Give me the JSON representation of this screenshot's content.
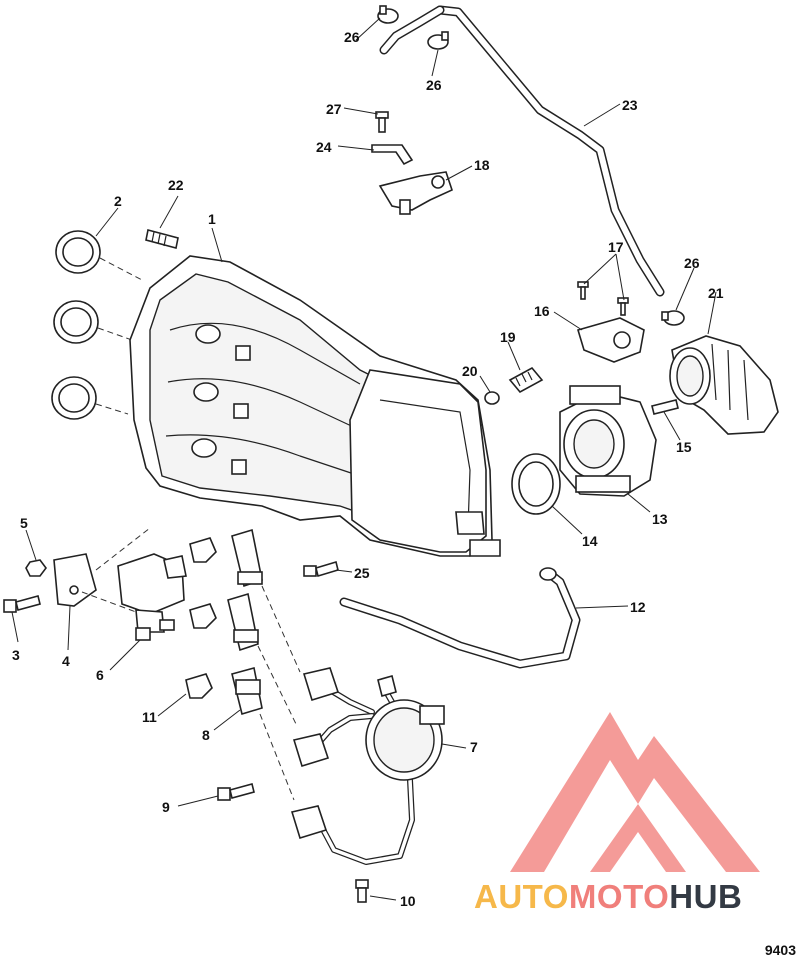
{
  "figure_id": "9403",
  "watermark": {
    "part1": "AUTO",
    "part2": "MOTO",
    "part3": "HUB",
    "colors": {
      "auto": "#f6b84a",
      "moto": "#f07f7b",
      "hub": "#333a44",
      "logo": "#f28a86"
    }
  },
  "callouts": {
    "c1": "1",
    "c2": "2",
    "c3": "3",
    "c4": "4",
    "c5": "5",
    "c6": "6",
    "c7": "7",
    "c8": "8",
    "c9": "9",
    "c10": "10",
    "c11": "11",
    "c12": "12",
    "c13": "13",
    "c14": "14",
    "c15": "15",
    "c16": "16",
    "c17": "17",
    "c18": "18",
    "c19": "19",
    "c20": "20",
    "c21": "21",
    "c22": "22",
    "c23": "23",
    "c24": "24",
    "c25": "25",
    "c26": "26",
    "c27": "27"
  }
}
